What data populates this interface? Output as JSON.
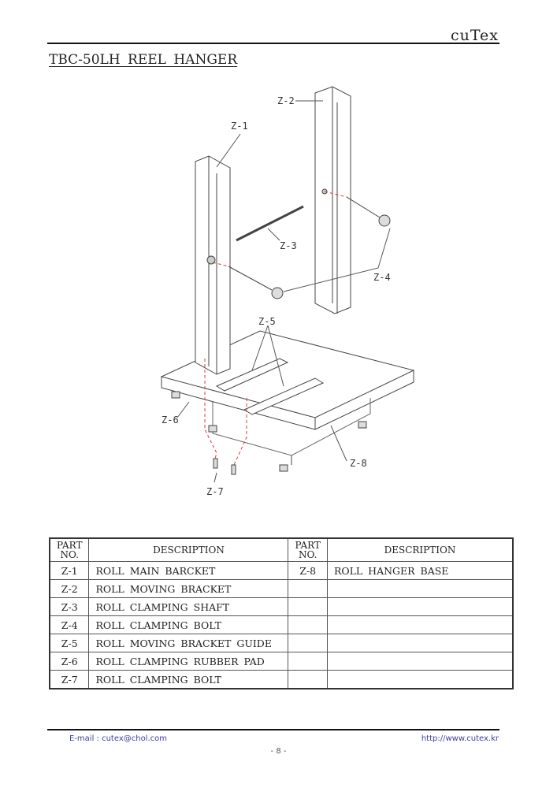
{
  "header": {
    "brand": "cuTex",
    "title": "TBC-50LH  REEL  HANGER"
  },
  "diagram": {
    "labels": {
      "z1": "Z-1",
      "z2": "Z-2",
      "z3": "Z-3",
      "z4": "Z-4",
      "z5": "Z-5",
      "z6": "Z-6",
      "z7": "Z-7",
      "z8": "Z-8"
    }
  },
  "table": {
    "headers": [
      "PART NO.",
      "DESCRIPTION",
      "PART NO.",
      "DESCRIPTION"
    ],
    "rows": [
      [
        "Z-1",
        "ROLL  MAIN  BARCKET",
        "Z-8",
        "ROLL  HANGER  BASE"
      ],
      [
        "Z-2",
        "ROLL  MOVING  BRACKET",
        "",
        ""
      ],
      [
        "Z-3",
        "ROLL  CLAMPING  SHAFT",
        "",
        ""
      ],
      [
        "Z-4",
        "ROLL  CLAMPING  BOLT",
        "",
        ""
      ],
      [
        "Z-5",
        "ROLL  MOVING  BRACKET  GUIDE",
        "",
        ""
      ],
      [
        "Z-6",
        "ROLL  CLAMPING  RUBBER  PAD",
        "",
        ""
      ],
      [
        "Z-7",
        "ROLL  CLAMPING  BOLT",
        "",
        ""
      ]
    ]
  },
  "footer": {
    "email": "E-mail : cutex@chol.com",
    "url": "http://www.cutex.kr",
    "page": "- 8 -"
  }
}
